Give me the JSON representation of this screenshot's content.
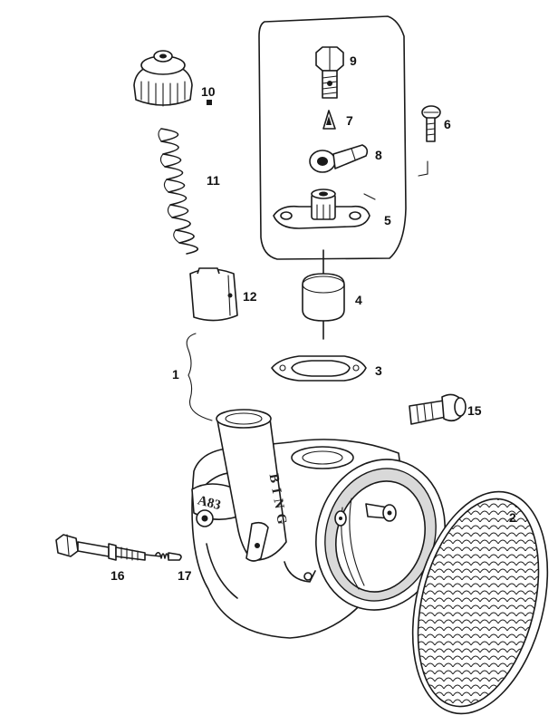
{
  "labels": {
    "p1": "1",
    "p2": "2",
    "p3": "3",
    "p4": "4",
    "p5": "5",
    "p6": "6",
    "p7": "7",
    "p8": "8",
    "p9": "9",
    "p10": "10",
    "p11": "11",
    "p12": "12",
    "p15": "15",
    "p16": "16",
    "p17": "17"
  },
  "body_casting": {
    "model": "A83",
    "brand": "BING"
  },
  "colors": {
    "ink": "#1a1a1a",
    "paper": "#ffffff"
  }
}
